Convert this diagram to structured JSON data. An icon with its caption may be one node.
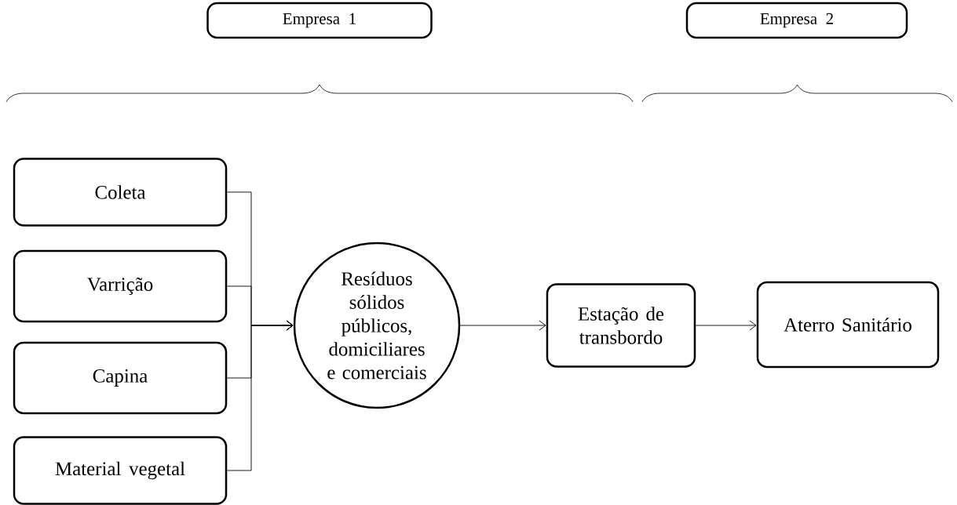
{
  "diagram": {
    "nodes": [
      {
        "text": [
          "Empresa 1"
        ]
      },
      {
        "text": [
          "Empresa 2"
        ]
      },
      {
        "text": [
          "Coleta"
        ]
      },
      {
        "text": [
          "Varrição"
        ]
      },
      {
        "text": [
          "Capina"
        ]
      },
      {
        "text": [
          "Material vegetal"
        ]
      },
      {
        "text": [
          "Resíduos sólidos públicos, domiciliares e comerciais"
        ]
      },
      {
        "text": [
          "Estação de transbordo"
        ]
      },
      {
        "text": [
          "Aterro Sanitário"
        ]
      }
    ],
    "edges": [
      {
        "from": 2,
        "to": 6,
        "arrow": "to"
      },
      {
        "from": 3,
        "to": 6,
        "arrow": "to"
      },
      {
        "from": 4,
        "to": 6,
        "arrow": "to"
      },
      {
        "from": 5,
        "to": 6,
        "arrow": "to"
      },
      {
        "from": 6,
        "to": 7,
        "arrow": "to"
      },
      {
        "from": 7,
        "to": 8,
        "arrow": "to"
      }
    ]
  }
}
